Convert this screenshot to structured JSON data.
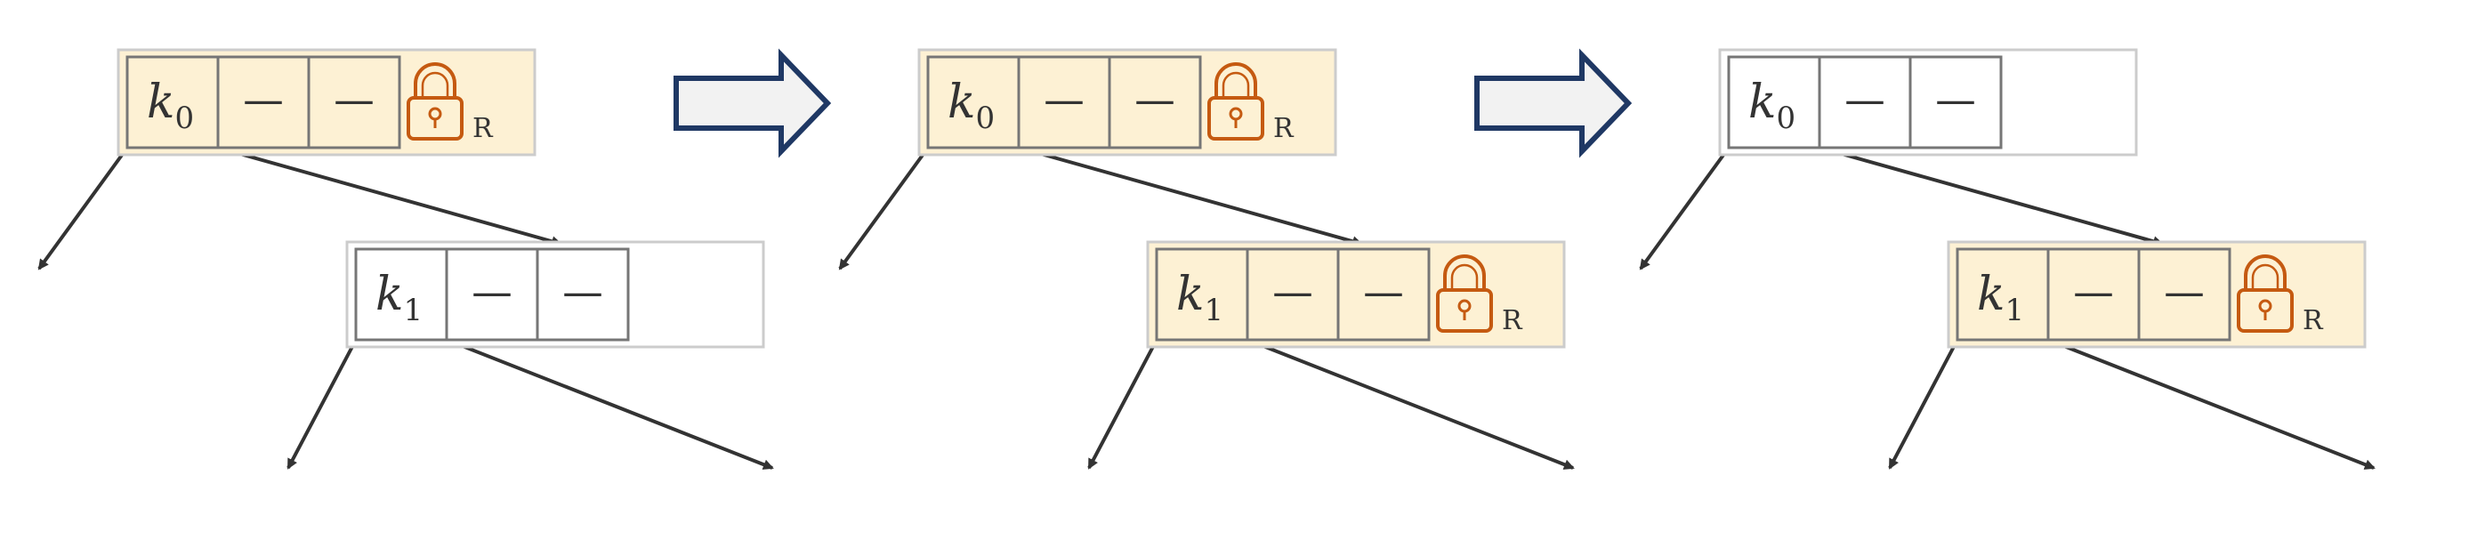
{
  "colors": {
    "locked_bg": "#fdf1d4",
    "node_border": "#cccccc",
    "cell_border": "#767676",
    "lock": "#c55a11",
    "big_arrow_fill": "#f2f2f2",
    "big_arrow_stroke": "#1f3864",
    "edge": "#333333"
  },
  "icons": {
    "lock": "padlock-icon",
    "transition": "right-arrow-icon"
  },
  "stages": [
    {
      "root": {
        "key": "k",
        "key_sub": "0",
        "slots": [
          "—",
          "—"
        ],
        "locked": true,
        "lock_mode": "R"
      },
      "child": {
        "key": "k",
        "key_sub": "1",
        "slots": [
          "—",
          "—"
        ],
        "locked": false,
        "lock_mode": ""
      }
    },
    {
      "root": {
        "key": "k",
        "key_sub": "0",
        "slots": [
          "—",
          "—"
        ],
        "locked": true,
        "lock_mode": "R"
      },
      "child": {
        "key": "k",
        "key_sub": "1",
        "slots": [
          "—",
          "—"
        ],
        "locked": true,
        "lock_mode": "R"
      }
    },
    {
      "root": {
        "key": "k",
        "key_sub": "0",
        "slots": [
          "—",
          "—"
        ],
        "locked": false,
        "lock_mode": ""
      },
      "child": {
        "key": "k",
        "key_sub": "1",
        "slots": [
          "—",
          "—"
        ],
        "locked": true,
        "lock_mode": "R"
      }
    }
  ]
}
